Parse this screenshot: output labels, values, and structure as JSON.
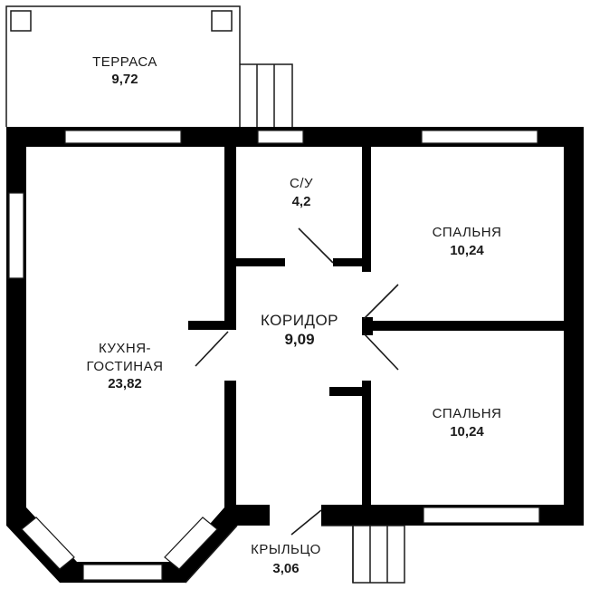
{
  "rooms": {
    "terrace": {
      "name": "ТЕРРАСА",
      "area": "9,72"
    },
    "bathroom": {
      "name": "С/У",
      "area": "4,2"
    },
    "bedroom1": {
      "name": "СПАЛЬНЯ",
      "area": "10,24"
    },
    "corridor": {
      "name": "КОРИДОР",
      "area": "9,09"
    },
    "kitchen": {
      "name_line1": "КУХНЯ-",
      "name_line2": "ГОСТИНАЯ",
      "area": "23,82"
    },
    "bedroom2": {
      "name": "СПАЛЬНЯ",
      "area": "10,24"
    },
    "porch": {
      "name": "КРЫЛЬЦО",
      "area": "3,06"
    }
  },
  "colors": {
    "wall": "#000000",
    "line": "#1a1a1a",
    "background": "#ffffff"
  }
}
